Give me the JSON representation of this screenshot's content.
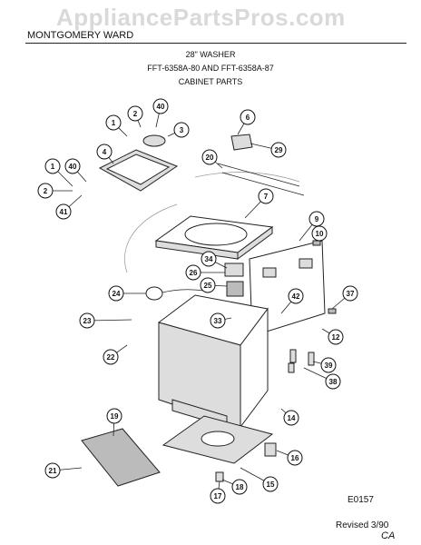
{
  "watermark": "AppliancePartsPros.com",
  "header": {
    "brand": "MONTGOMERY WARD",
    "line1": "28\" WASHER",
    "line2": "FFT-6358A-80 AND FFT-6358A-87",
    "line3": "CABINET PARTS"
  },
  "footer": {
    "code": "E0157",
    "revised": "Revised 3/90",
    "initials": "CA"
  },
  "callouts": [
    "1",
    "2",
    "40",
    "3",
    "4",
    "6",
    "29",
    "20",
    "7",
    "40",
    "1",
    "2",
    "41",
    "9",
    "10",
    "34",
    "26",
    "25",
    "24",
    "42",
    "37",
    "33",
    "23",
    "12",
    "22",
    "39",
    "38",
    "14",
    "19",
    "16",
    "21",
    "15",
    "18",
    "17"
  ]
}
